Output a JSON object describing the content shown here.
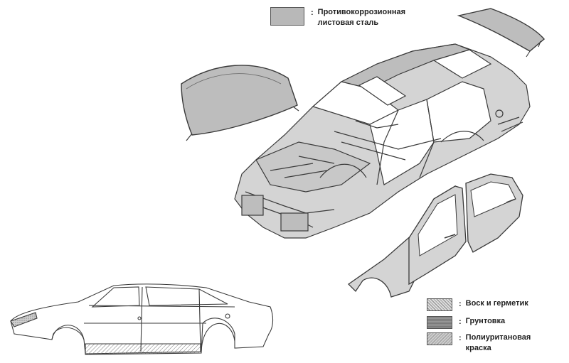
{
  "legend": {
    "steel_line1": "Противокоррозионная",
    "steel_line2": "листовая сталь",
    "wax": "Воск и герметик",
    "primer": "Грунтовка",
    "paint_line1": "Полиуритановая",
    "paint_line2": "краска",
    "colon": ":"
  },
  "colors": {
    "steel": "#b8b8b8",
    "line": "#3a3a3a"
  }
}
